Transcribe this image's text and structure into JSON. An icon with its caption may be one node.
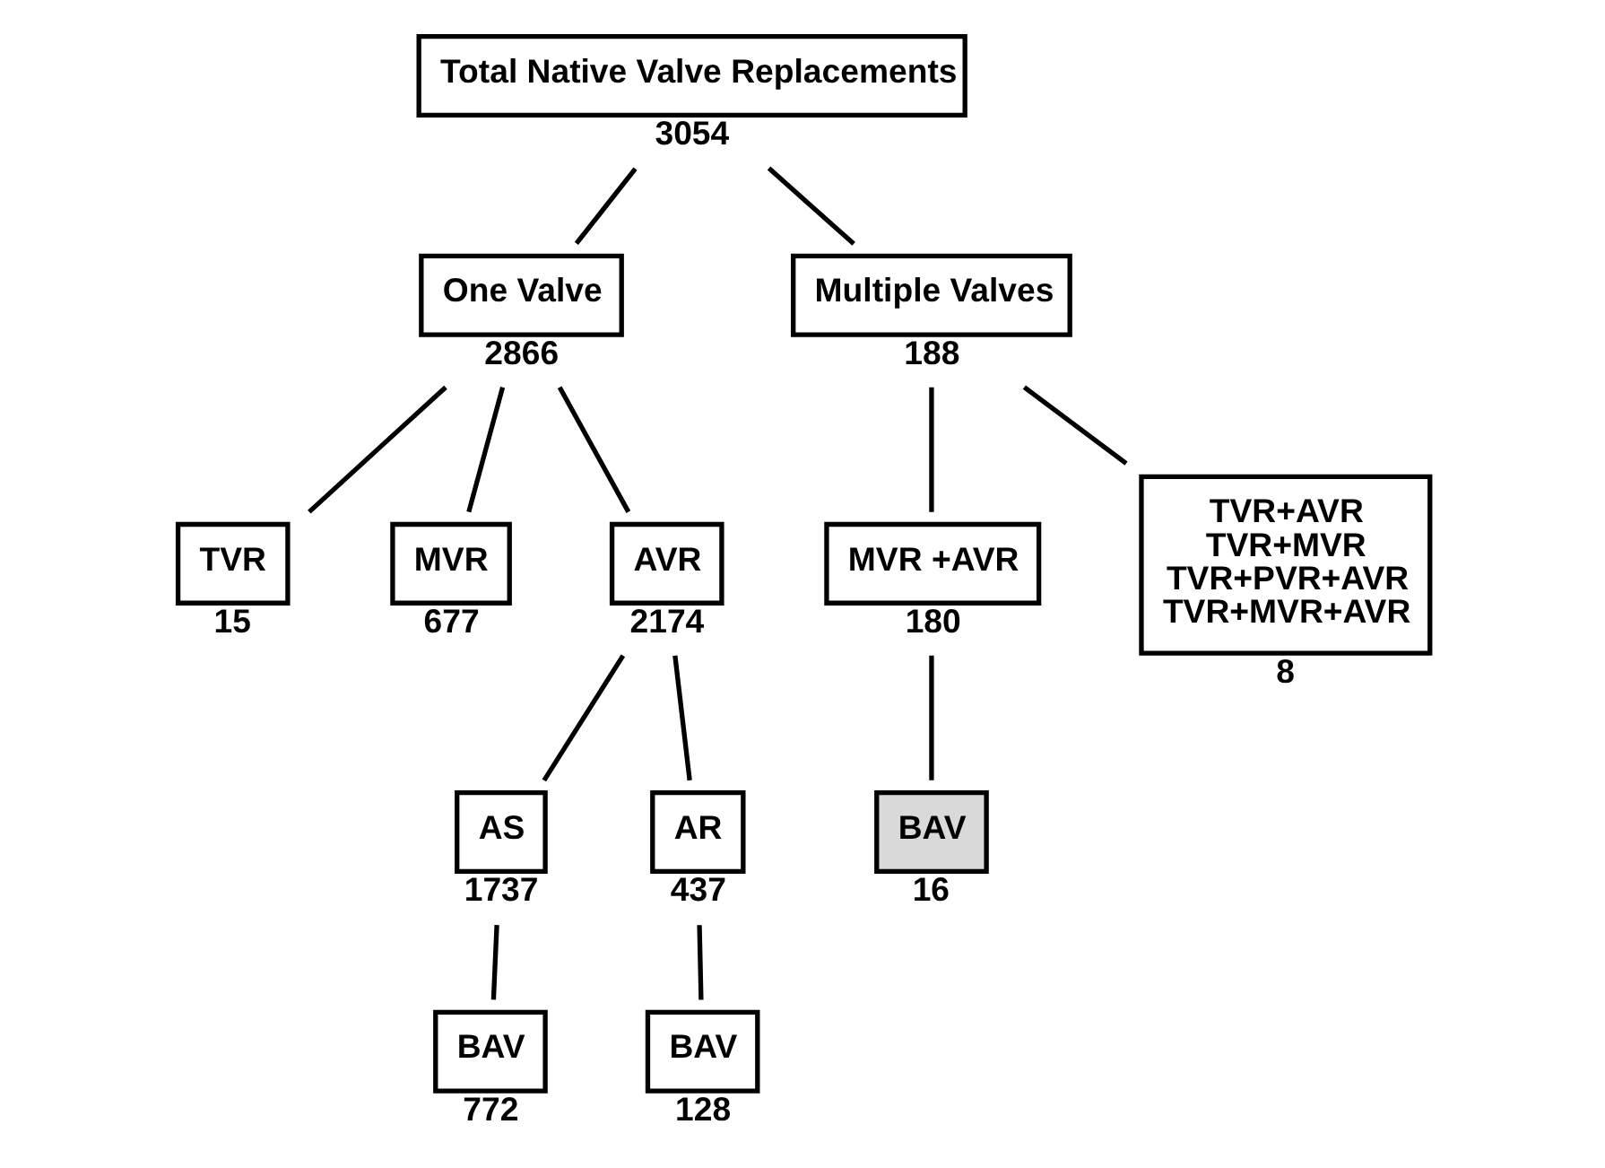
{
  "diagram": {
    "nodes": [
      {
        "text": [
          "Total Native Valve Replacements"
        ],
        "beside": [
          "3054"
        ]
      },
      {
        "text": [
          "One Valve"
        ],
        "beside": [
          "2866"
        ]
      },
      {
        "text": [
          "Multiple Valves"
        ],
        "beside": [
          "188"
        ]
      },
      {
        "text": [
          "TVR"
        ],
        "beside": [
          "15"
        ]
      },
      {
        "text": [
          "MVR"
        ],
        "beside": [
          "677"
        ]
      },
      {
        "text": [
          "AVR"
        ],
        "beside": [
          "2174"
        ]
      },
      {
        "text": [
          "MVR +AVR"
        ],
        "beside": [
          "180"
        ]
      },
      {
        "text": [
          "TVR+AVR",
          "TVR+MVR",
          "TVR+PVR+AVR",
          "TVR+MVR+AVR"
        ],
        "beside": [
          "8"
        ]
      },
      {
        "text": [
          "AS"
        ],
        "beside": [
          "1737"
        ]
      },
      {
        "text": [
          "AR"
        ],
        "beside": [
          "437"
        ]
      },
      {
        "text": [
          "BAV"
        ],
        "beside": [
          "16"
        ]
      },
      {
        "text": [
          "BAV"
        ],
        "beside": [
          "772"
        ]
      },
      {
        "text": [
          "BAV"
        ],
        "beside": [
          "128"
        ]
      }
    ],
    "edges": [
      {
        "from": 0,
        "to": 1,
        "arrow": "none"
      },
      {
        "from": 0,
        "to": 2,
        "arrow": "none"
      },
      {
        "from": 1,
        "to": 3,
        "arrow": "none"
      },
      {
        "from": 1,
        "to": 4,
        "arrow": "none"
      },
      {
        "from": 1,
        "to": 5,
        "arrow": "none"
      },
      {
        "from": 2,
        "to": 6,
        "arrow": "none"
      },
      {
        "from": 2,
        "to": 7,
        "arrow": "none"
      },
      {
        "from": 5,
        "to": 8,
        "arrow": "none"
      },
      {
        "from": 5,
        "to": 9,
        "arrow": "none"
      },
      {
        "from": 6,
        "to": 10,
        "arrow": "none"
      },
      {
        "from": 8,
        "to": 11,
        "arrow": "none"
      },
      {
        "from": 9,
        "to": 12,
        "arrow": "none"
      }
    ]
  }
}
